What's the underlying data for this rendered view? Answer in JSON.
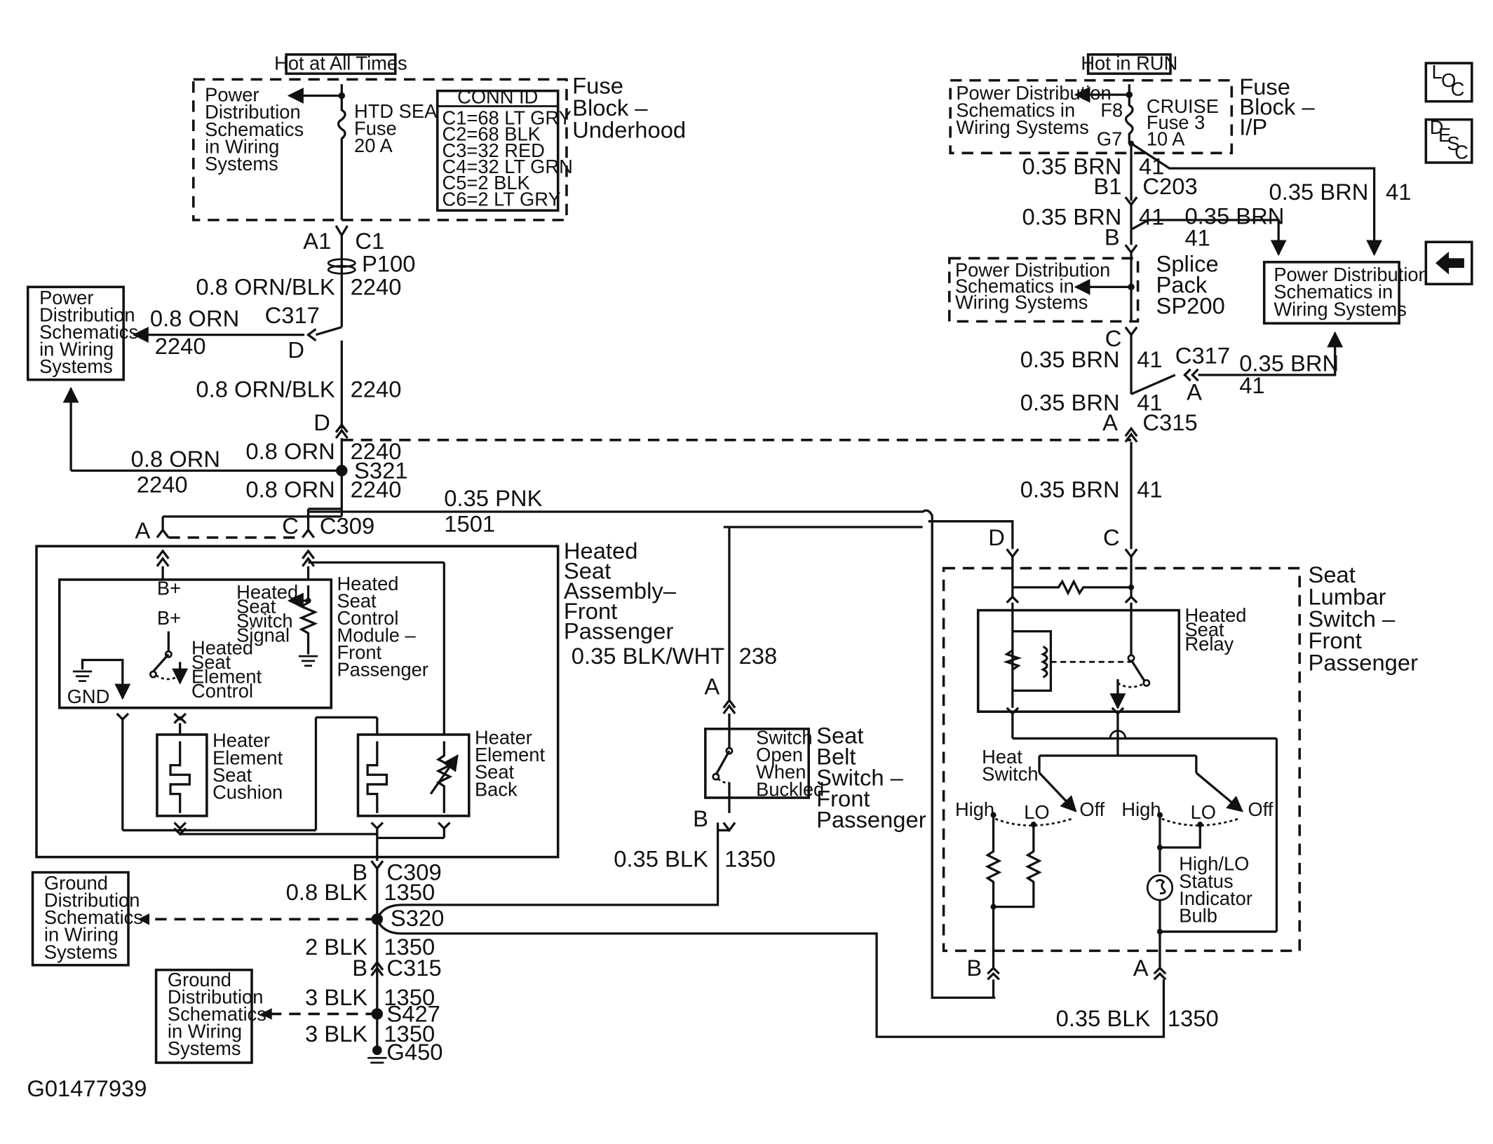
{
  "figure_id": "G01477939",
  "side_icons": {
    "loc": "LOC",
    "desc": "DESC",
    "back_arrow": "back-arrow-icon"
  },
  "colors": {
    "ink": "#111111",
    "paper": "#ffffff"
  },
  "left": {
    "hot_label": "Hot at All Times",
    "pd_ref_1": [
      "Power",
      "Distribution",
      "Schematics",
      "in Wiring",
      "Systems"
    ],
    "fuse": [
      "HTD SEAT",
      "Fuse",
      "20 A"
    ],
    "conn_title": "CONN ID",
    "conn_items": [
      "C1=68 LT GRY",
      "C2=68 BLK",
      "C3=32 RED",
      "C4=32 LT GRN",
      "C5=2 BLK",
      "C6=2 LT GRY"
    ],
    "fuse_block": [
      "Fuse",
      "Block –",
      "Underhood"
    ],
    "a1": "A1",
    "c1": "C1",
    "p100": "P100",
    "w1_color": "0.8 ORN/BLK",
    "w1_num": "2240",
    "pd_ref_2": [
      "Power",
      "Distribution",
      "Schematics",
      "in Wiring",
      "Systems"
    ],
    "orn_color": "0.8 ORN",
    "orn_num": "2240",
    "c317": "C317",
    "d": "D",
    "w2_color": "0.8 ORN/BLK",
    "w2_num": "2240",
    "d2": "D",
    "w3_color": "0.8 ORN",
    "w3_num": "2240",
    "s321": "S321",
    "w4_color": "0.8 ORN",
    "w4_num": "2240",
    "w5_color": "0.8 ORN",
    "w5_num": "2240",
    "a": "A",
    "c": "C",
    "c309": "C309",
    "pnk_color": "0.35 PNK",
    "pnk_num": "1501",
    "heated_seat_title": [
      "Heated",
      "Seat",
      "Assembly–",
      "Front",
      "Passenger"
    ],
    "bplus": "B+",
    "bplus2": "B+",
    "hs_switch_signal": [
      "Heated",
      "Seat",
      "Switch",
      "Signal"
    ],
    "hs_module": [
      "Heated",
      "Seat",
      "Control",
      "Module –",
      "Front",
      "Passenger"
    ],
    "hs_element": [
      "Heated",
      "Seat",
      "Element",
      "Control"
    ],
    "gnd": "GND",
    "heater_cushion": [
      "Heater",
      "Element",
      "Seat",
      "Cushion"
    ],
    "heater_back": [
      "Heater",
      "Element",
      "Seat",
      "Back"
    ],
    "b_c309": "B",
    "c309b": "C309",
    "blk1_color": "0.8 BLK",
    "blk1_num": "1350",
    "gd_ref_1": [
      "Ground",
      "Distribution",
      "Schematics",
      "in Wiring",
      "Systems"
    ],
    "s320": "S320",
    "blk2_color": "2 BLK",
    "blk2_num": "1350",
    "b_c315": "B",
    "c315": "C315",
    "gd_ref_2": [
      "Ground",
      "Distribution",
      "Schematics",
      "in Wiring",
      "Systems"
    ],
    "blk3_color": "3 BLK",
    "blk3_num": "1350",
    "s427": "S427",
    "blk4_color": "3 BLK",
    "blk4_num": "1350",
    "g450": "G450"
  },
  "middle": {
    "bw_color": "0.35 BLK/WHT",
    "bw_num": "238",
    "a": "A",
    "switch_text": [
      "Switch",
      "Open",
      "When",
      "Buckled"
    ],
    "seat_belt": [
      "Seat",
      "Belt",
      "Switch –",
      "Front",
      "Passenger"
    ],
    "b": "B",
    "blk_color": "0.35 BLK",
    "blk_num": "1350"
  },
  "right": {
    "hot_label": "Hot in RUN",
    "pd_ref_1": [
      "Power Distribution",
      "Schematics in",
      "Wiring Systems"
    ],
    "f8": "F8",
    "g7": "G7",
    "fuse": [
      "CRUISE",
      "Fuse 3",
      "10 A"
    ],
    "fuse_block": [
      "Fuse",
      "Block –",
      "I/P"
    ],
    "w1_color": "0.35 BRN",
    "w1_num": "41",
    "b1": "B1",
    "c203": "C203",
    "w_side_color": "0.35 BRN",
    "w_side_num": "41",
    "w2_color": "0.35 BRN",
    "w2_num": "41",
    "w3_color": "0.35 BRN",
    "w3_num": "41",
    "b": "B",
    "pd_ref_2": [
      "Power Distribution",
      "Schematics in",
      "Wiring Systems"
    ],
    "splice": [
      "Splice",
      "Pack",
      "SP200"
    ],
    "pd_ref_3": [
      "Power Distribution",
      "Schematics in",
      "Wiring Systems"
    ],
    "c": "C",
    "w4_color": "0.35 BRN",
    "w4_num": "41",
    "c317": "C317",
    "w5_color": "0.35 BRN",
    "w5_num": "41",
    "a317": "A",
    "w6_color": "0.35 BRN",
    "w6_num": "41",
    "a315": "A",
    "c315": "C315",
    "w7_color": "0.35 BRN",
    "w7_num": "41",
    "d": "D",
    "c2": "C",
    "lumbar_title": [
      "Seat",
      "Lumbar",
      "Switch –",
      "Front",
      "Passenger"
    ],
    "relay": [
      "Heated",
      "Seat",
      "Relay"
    ],
    "heat_switch": [
      "Heat",
      "Switch"
    ],
    "high": "High",
    "lo": "LO",
    "off": "Off",
    "high2": "High",
    "lo2": "LO",
    "off2": "Off",
    "bulb": [
      "High/LO",
      "Status",
      "Indicator",
      "Bulb"
    ],
    "b2": "B",
    "a2": "A",
    "blk_color": "0.35 BLK",
    "blk_num": "1350"
  }
}
